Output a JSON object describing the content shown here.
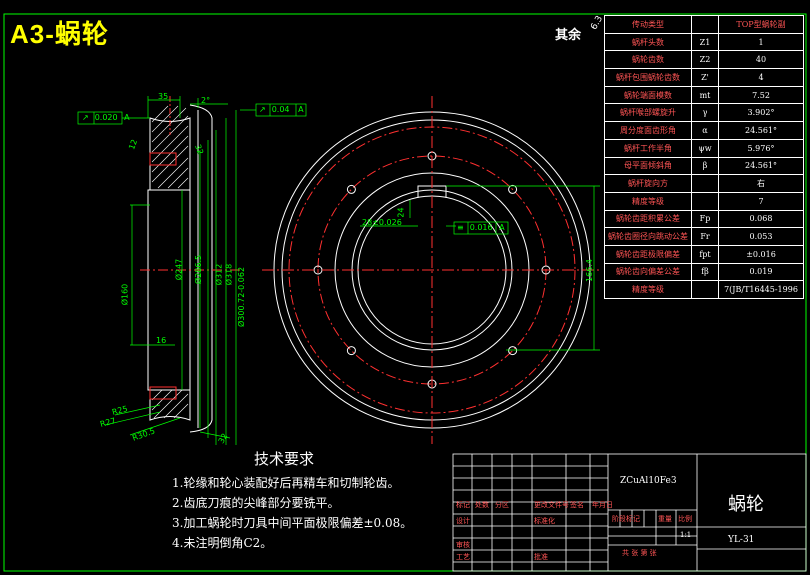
{
  "title": "A3-蜗轮",
  "surface_roughness": {
    "label": "其余",
    "value": "6.3"
  },
  "dimensions": {
    "d35": "35",
    "a2": "2°",
    "tol1": "0.020",
    "tol1_ref": "A",
    "tol2": "0.04",
    "tol2_ref": "A",
    "r12": "12",
    "r32": "32",
    "d247": "Ø247",
    "d286": "Ø286.5",
    "d300": "Ø300.72-0.062",
    "d312": "Ø312",
    "d318": "Ø318",
    "d160": "Ø160",
    "d16": "16",
    "r25": "R25",
    "r27": "R27",
    "r30": "R30.5",
    "d32b": "32",
    "key_w": "28±0.026",
    "key_tol": "0.016",
    "key_ref": "A",
    "key_h": "166.4",
    "key_a": "24"
  },
  "param_table": [
    {
      "name": "传动类型",
      "sym": "",
      "val": "TOP型蜗轮副",
      "header": true
    },
    {
      "name": "蜗杆头数",
      "sym": "Z1",
      "val": "1"
    },
    {
      "name": "蜗轮齿数",
      "sym": "Z2",
      "val": "40"
    },
    {
      "name": "蜗杆包围蜗轮齿数",
      "sym": "Z'",
      "val": "4"
    },
    {
      "name": "蜗轮端面模数",
      "sym": "mt",
      "val": "7.52"
    },
    {
      "name": "蜗杆喉部螺旋升",
      "sym": "γ",
      "val": "3.902°"
    },
    {
      "name": "周分度面齿形角",
      "sym": "α",
      "val": "24.561°"
    },
    {
      "name": "蜗杆工作半角",
      "sym": "ψw",
      "val": "5.976°"
    },
    {
      "name": "母平面倾斜角",
      "sym": "β",
      "val": "24.561°"
    },
    {
      "name": "蜗杆旋向方",
      "sym": "",
      "val": "右"
    },
    {
      "name": "精度等级",
      "sym": "",
      "val": "7"
    },
    {
      "name": "蜗轮齿距积累公差",
      "sym": "Fp",
      "val": "0.068"
    },
    {
      "name": "蜗轮齿圈径向跳动公差",
      "sym": "Fr",
      "val": "0.053"
    },
    {
      "name": "蜗轮齿距极限偏差",
      "sym": "fpt",
      "val": "±0.016"
    },
    {
      "name": "蜗轮齿向偏差公差",
      "sym": "fβ",
      "val": "0.019"
    },
    {
      "name": "精度等级",
      "sym": "",
      "val": "7(JB/T16445-1996"
    }
  ],
  "tech_notes": {
    "heading": "技术要求",
    "items": [
      "1.轮缘和轮心装配好后再精车和切制轮齿。",
      "2.齿底刀痕的尖峰部分要铣平。",
      "3.加工蜗轮时刀具中间平面极限偏差±0.08。",
      "4.未注明倒角C2。"
    ]
  },
  "title_block": {
    "material": "ZCuAl10Fe3",
    "part_name": "蜗轮",
    "drawing_no": "YL-31",
    "scale_label": "1:1",
    "row_labels": [
      "标记",
      "处数",
      "分区",
      "更改文件号",
      "签名",
      "年月日"
    ],
    "design": "设计",
    "standard": "标准化",
    "stage_mark": "阶段标记",
    "weight": "重量",
    "scale": "比例",
    "review": "审核",
    "process": "工艺",
    "approve": "批准",
    "sheet": "共  张  第  张"
  },
  "colors": {
    "frame": "#00ff00",
    "dims": "#00ff00",
    "center": "#ff3030",
    "geometry": "#ffffff",
    "title": "#ffff00",
    "table_text": "#ff5555"
  }
}
